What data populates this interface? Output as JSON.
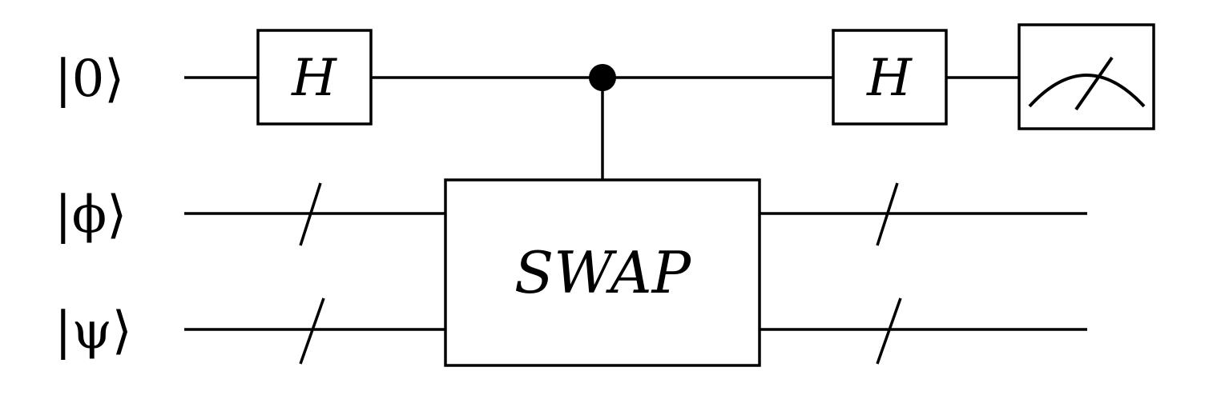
{
  "circuit": {
    "qubits": [
      {
        "label": "|0⟩",
        "register": false
      },
      {
        "label": "|ϕ⟩",
        "register": true
      },
      {
        "label": "|ψ⟩",
        "register": true
      }
    ],
    "gates": [
      {
        "name": "H",
        "qubit": 0,
        "step": 1
      },
      {
        "name": "SWAP",
        "qubits": [
          1,
          2
        ],
        "controlled_by": 0,
        "step": 2
      },
      {
        "name": "H",
        "qubit": 0,
        "step": 3
      },
      {
        "name": "measure",
        "qubit": 0,
        "step": 4
      }
    ],
    "labels": {
      "q0": "|0⟩",
      "q1": "|ϕ⟩",
      "q2": "|ψ⟩",
      "h1": "H",
      "h2": "H",
      "swap": "SWAP"
    }
  }
}
